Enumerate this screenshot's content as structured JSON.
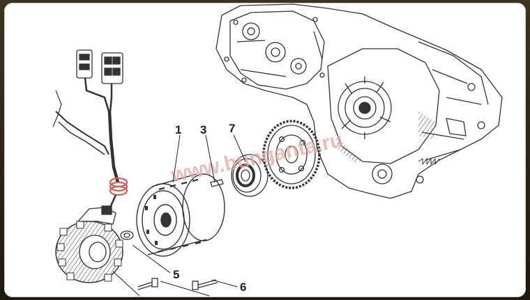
{
  "diagram": {
    "callouts": [
      {
        "id": "1",
        "label": "1"
      },
      {
        "id": "3",
        "label": "3"
      },
      {
        "id": "7",
        "label": "7"
      },
      {
        "id": "5",
        "label": "5"
      },
      {
        "id": "6",
        "label": "6"
      }
    ],
    "watermark": "www.bunganta.ru"
  }
}
